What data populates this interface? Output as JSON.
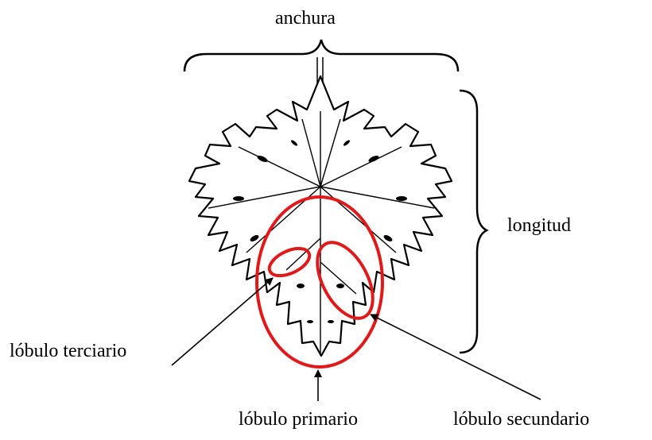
{
  "labels": {
    "width": "anchura",
    "length": "longitud",
    "tertiary_lobe": "lóbulo terciario",
    "primary_lobe": "lóbulo primario",
    "secondary_lobe": "lóbulo secundario"
  },
  "colors": {
    "highlight": "#e0191b",
    "ink": "#000000",
    "background": "#ffffff"
  }
}
